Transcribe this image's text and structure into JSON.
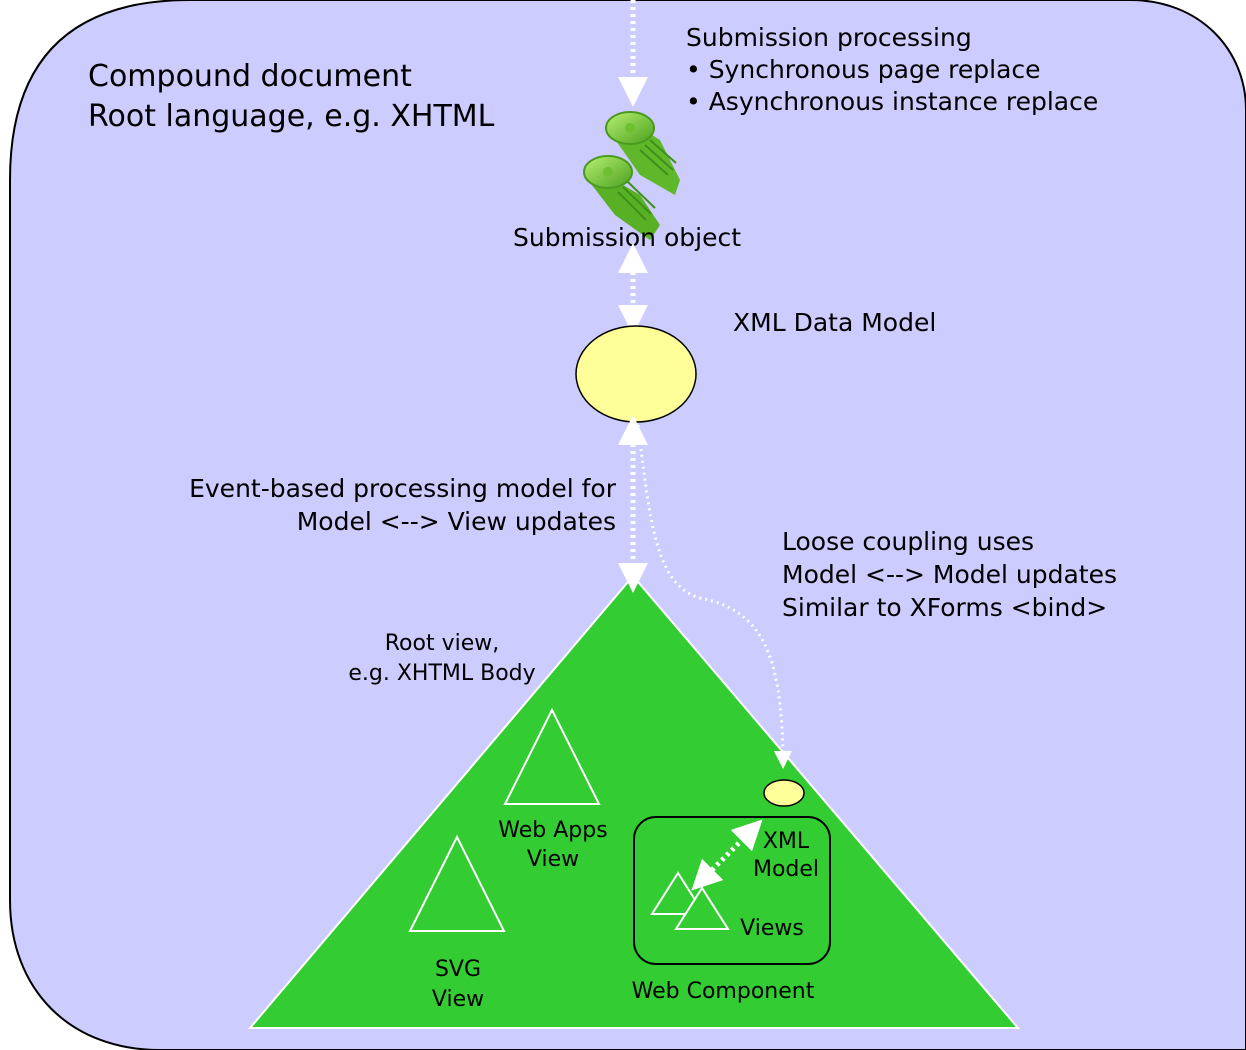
{
  "compound_document": {
    "line1": "Compound document",
    "line2": "Root language, e.g. XHTML"
  },
  "submission_processing": {
    "title": "Submission processing",
    "bullets": [
      "• Synchronous page replace",
      "• Asynchronous instance replace"
    ]
  },
  "submission_object_label": "Submission object",
  "xml_data_model_label": "XML Data Model",
  "event_processing": {
    "line1": "Event-based processing model for",
    "line2": "Model <--> View updates"
  },
  "loose_coupling": {
    "line1": "Loose coupling uses",
    "line2": "Model <--> Model updates",
    "line3": "Similar to XForms <bind>"
  },
  "root_view": {
    "line1": "Root view,",
    "line2": "e.g. XHTML Body"
  },
  "web_apps_view": {
    "line1": "Web Apps",
    "line2": "View"
  },
  "svg_view": {
    "line1": "SVG",
    "line2": "View"
  },
  "web_component": {
    "label": "Web Component",
    "xml_model_line1": "XML",
    "xml_model_line2": "Model",
    "views_label": "Views"
  },
  "colors": {
    "background": "#ccccff",
    "triangle": "#33cc33",
    "model": "#ffff99",
    "gear": "#88dd44",
    "arrow": "#ffffff"
  }
}
